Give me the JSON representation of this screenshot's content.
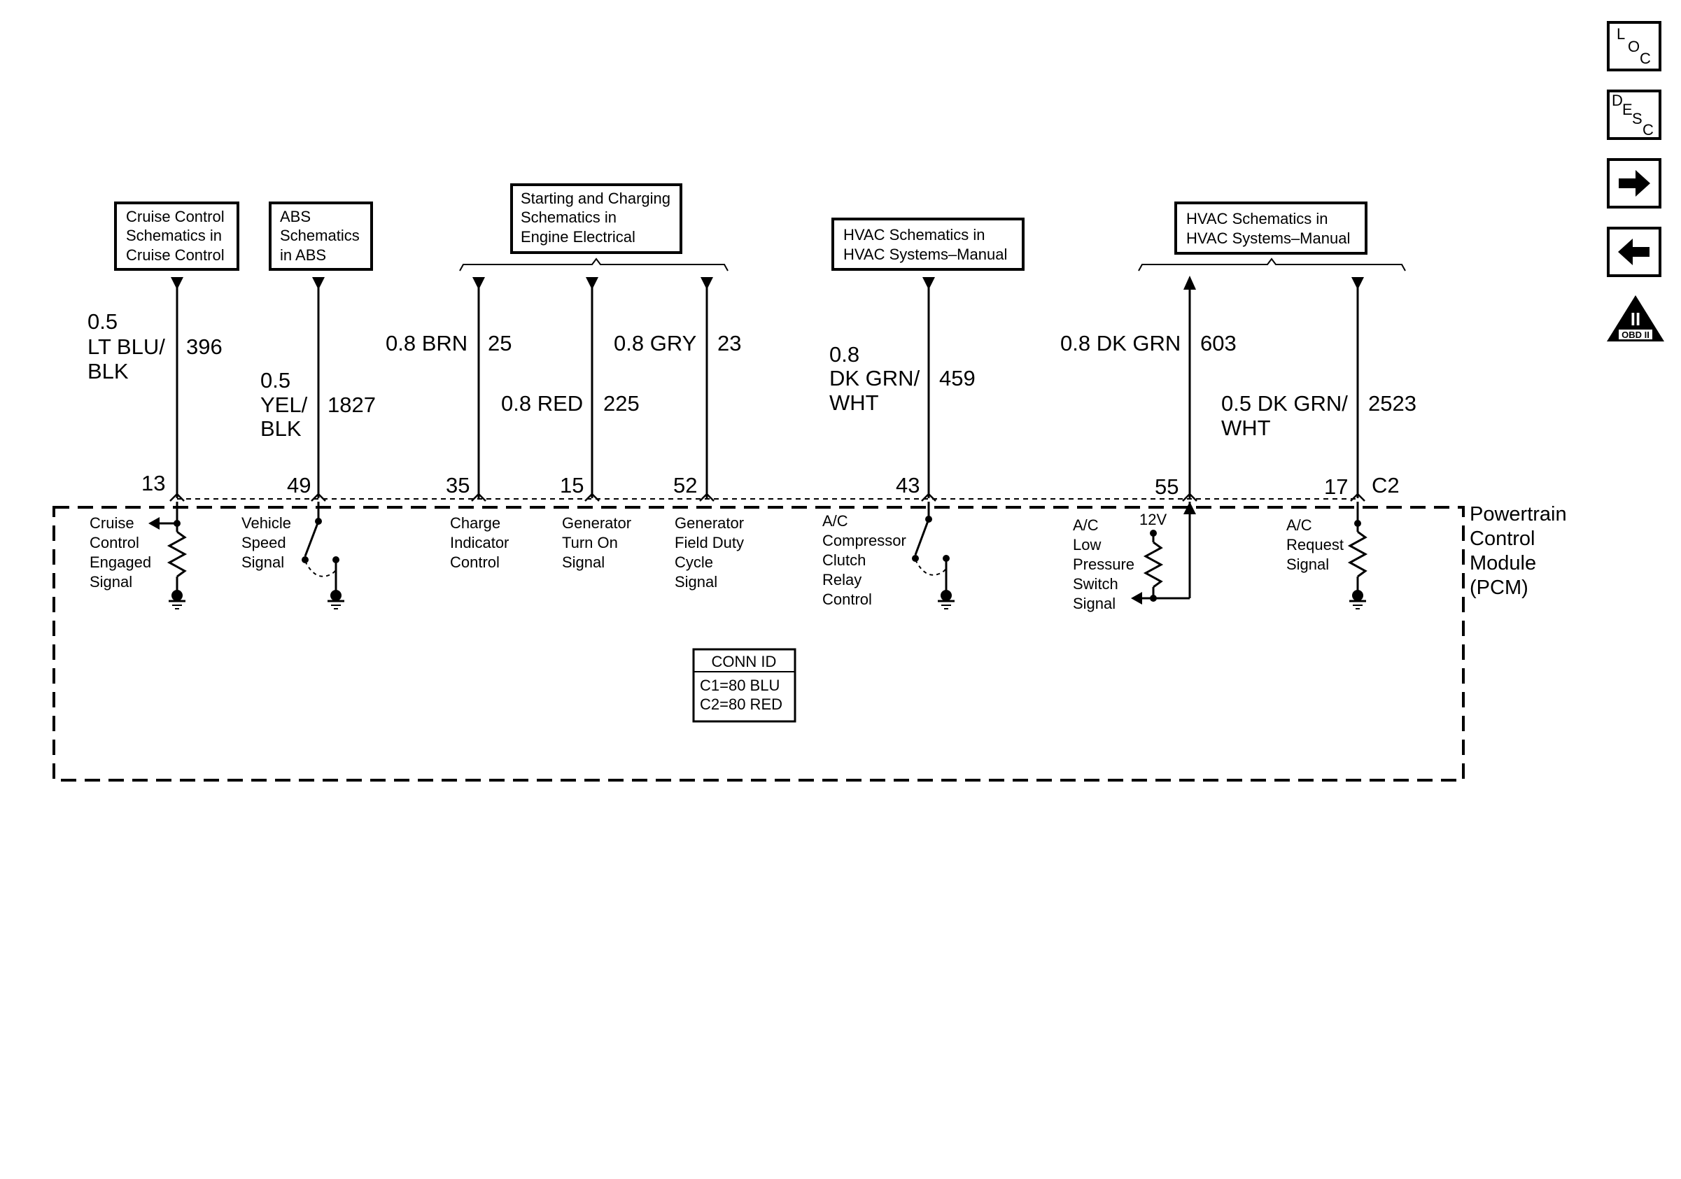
{
  "refs": {
    "cruise": [
      "Cruise Control",
      "Schematics in",
      "Cruise Control"
    ],
    "abs": [
      "ABS",
      "Schematics",
      "in ABS"
    ],
    "starting": [
      "Starting and Charging",
      "Schematics in",
      "Engine Electrical"
    ],
    "hvac1": [
      "HVAC Schematics in",
      "HVAC Systems–Manual"
    ],
    "hvac2": [
      "HVAC Schematics in",
      "HVAC Systems–Manual"
    ]
  },
  "wires": {
    "w396": {
      "gauge_color": [
        "0.5",
        "LT BLU/",
        "BLK"
      ],
      "circuit": "396",
      "pin": "13"
    },
    "w1827": {
      "gauge_color": [
        "0.5",
        "YEL/",
        "BLK"
      ],
      "circuit": "1827",
      "pin": "49"
    },
    "w25": {
      "gauge_color": "0.8 BRN",
      "circuit": "25",
      "pin": "35"
    },
    "w225": {
      "gauge_color": "0.8 RED",
      "circuit": "225",
      "pin": "15"
    },
    "w23": {
      "gauge_color": "0.8 GRY",
      "circuit": "23",
      "pin": "52"
    },
    "w459": {
      "gauge_color": [
        "0.8",
        "DK GRN/",
        "WHT"
      ],
      "circuit": "459",
      "pin": "43"
    },
    "w603": {
      "gauge_color": "0.8 DK GRN",
      "circuit": "603",
      "pin": "55"
    },
    "w2523": {
      "gauge_color": [
        "0.5 DK GRN/",
        "WHT"
      ],
      "circuit": "2523",
      "pin": "17"
    }
  },
  "connector": "C2",
  "signals": {
    "s1": [
      "Cruise",
      "Control",
      "Engaged",
      "Signal"
    ],
    "s2": [
      "Vehicle",
      "Speed",
      "Signal"
    ],
    "s3": [
      "Charge",
      "Indicator",
      "Control"
    ],
    "s4": [
      "Generator",
      "Turn On",
      "Signal"
    ],
    "s5": [
      "Generator",
      "Field Duty",
      "Cycle",
      "Signal"
    ],
    "s6": [
      "A/C",
      "Compressor",
      "Clutch",
      "Relay",
      "Control"
    ],
    "s7": [
      "A/C",
      "Low",
      "Pressure",
      "Switch",
      "Signal"
    ],
    "s8": [
      "A/C",
      "Request",
      "Signal"
    ]
  },
  "voltage": "12V",
  "module": [
    "Powertrain",
    "Control",
    "Module",
    "(PCM)"
  ],
  "conn_id": {
    "title": "CONN ID",
    "lines": [
      "C1=80 BLU",
      "C2=80 RED"
    ]
  },
  "nav": {
    "loc": [
      "L",
      "O",
      "C"
    ],
    "desc": [
      "D",
      "E",
      "S",
      "C"
    ],
    "obd_roman": "II",
    "obd_text": "OBD II"
  }
}
